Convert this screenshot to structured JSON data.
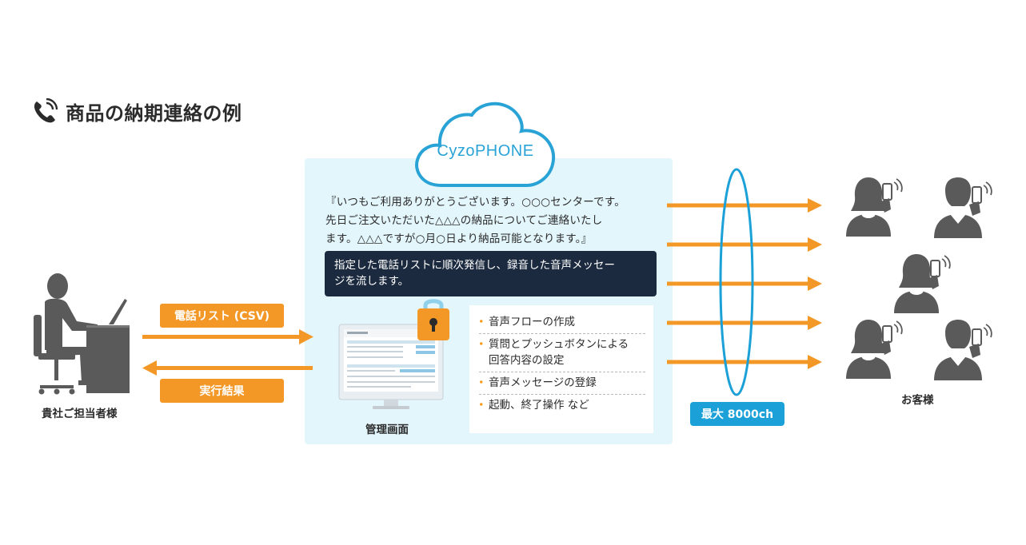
{
  "title": {
    "text": "商品の納期連絡の例",
    "icon": "phone-icon"
  },
  "cloud": {
    "label": "CyzoPHONE"
  },
  "message": {
    "lines": [
      "『いつもご利用ありがとうございます。○○○センターです。",
      "先日ご注文いただいた△△△の納品についてご連絡いたし",
      "ます。△△△ですが○月○日より納品可能となります。』"
    ]
  },
  "dark_box": {
    "lines": [
      "指定した電話リストに順次発信し、録音した音声メッセー",
      "ジを流します。"
    ]
  },
  "features": [
    {
      "lines": [
        "音声フローの作成"
      ]
    },
    {
      "lines": [
        "質問とプッシュボタンによる",
        "回答内容の設定"
      ]
    },
    {
      "lines": [
        "音声メッセージの登録"
      ]
    },
    {
      "lines": [
        "起動、終了操作 など"
      ]
    }
  ],
  "left": {
    "person_label": "貴社ご担当者様",
    "phone_list_button": "電話リスト (CSV)",
    "result_button": "実行結果"
  },
  "admin_screen": {
    "label": "管理画面"
  },
  "channels": {
    "badge": "最大 8000ch"
  },
  "customers": {
    "label": "お客様"
  },
  "colors": {
    "orange": "#f39826",
    "panel": "#e3f6fc",
    "dark": "#1b2a3e",
    "blue": "#1ba1d8",
    "person": "#5a5a5a"
  }
}
